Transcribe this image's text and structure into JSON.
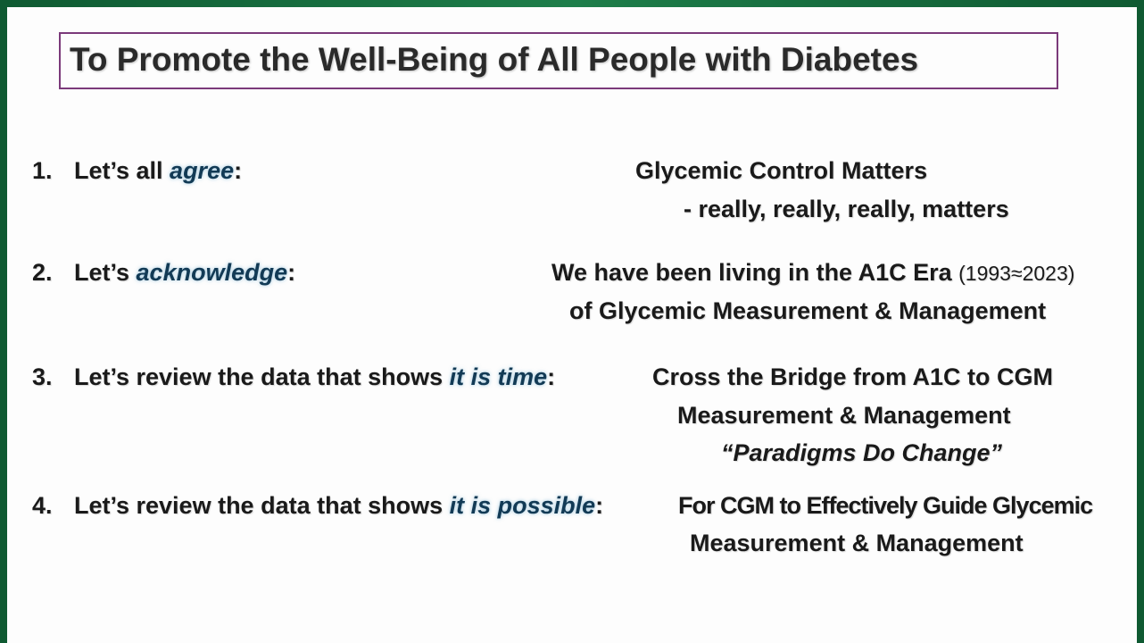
{
  "title": "To Promote the Well-Being of All People with Diabetes",
  "items": [
    {
      "number": "1.",
      "prefix": "Let’s all ",
      "emphasis": "agree",
      "suffix": ":",
      "result": {
        "line1": "Glycemic Control Matters",
        "line2": "- really, really, really, matters"
      }
    },
    {
      "number": "2.",
      "prefix": "Let’s ",
      "emphasis": "acknowledge",
      "suffix": ":",
      "result": {
        "line1": "We have been living in the A1C Era",
        "line1_note": "(1993≈2023)",
        "line2": "of Glycemic Measurement & Management"
      }
    },
    {
      "number": "3.",
      "prefix": "Let’s review the data that shows ",
      "emphasis": "it is time",
      "suffix": ":",
      "result": {
        "line1": "Cross the Bridge from A1C to CGM",
        "line2": "Measurement & Management",
        "line3": "“Paradigms Do Change”"
      }
    },
    {
      "number": "4.",
      "prefix": "Let’s review the data that shows ",
      "emphasis": "it is possible",
      "suffix": ":",
      "result": {
        "line1": "For CGM to Effectively Guide Glycemic",
        "line2": "Measurement & Management"
      }
    }
  ]
}
